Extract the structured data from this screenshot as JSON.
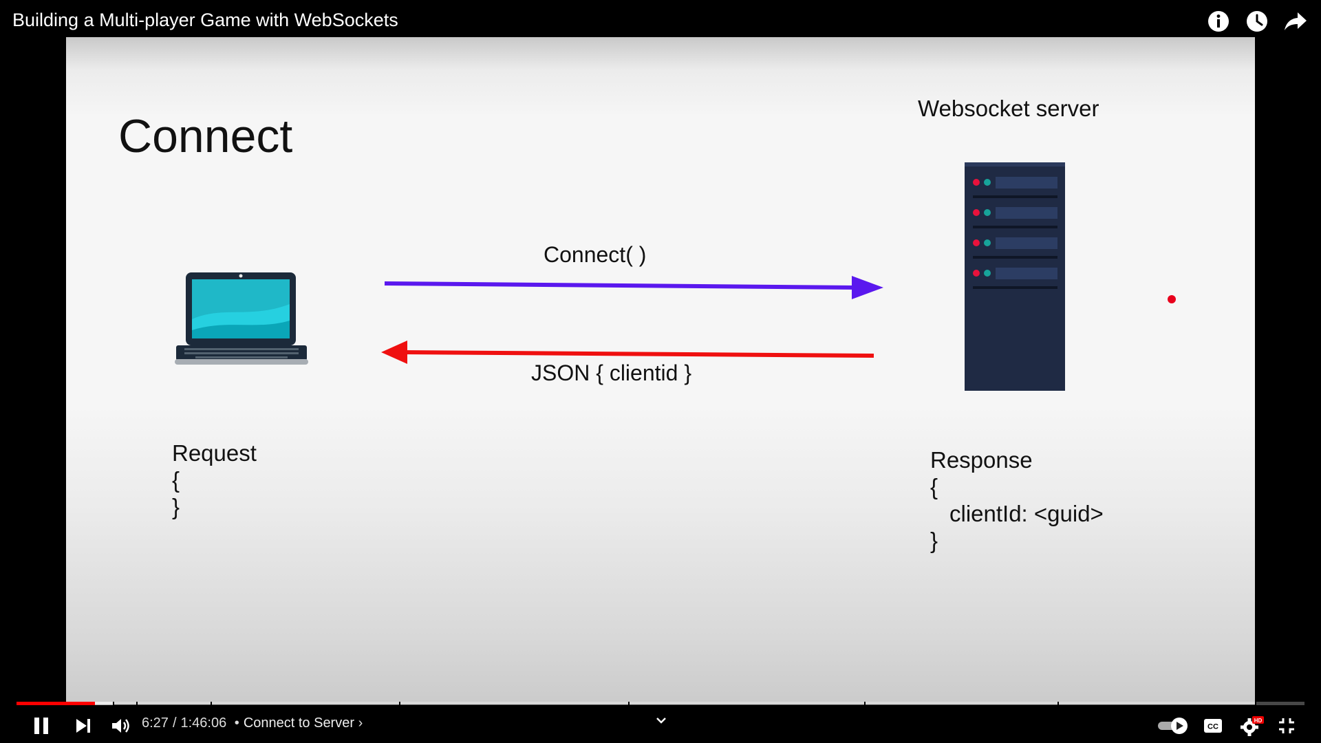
{
  "video": {
    "title": "Building a Multi-player Game with WebSockets",
    "current_time": "6:27",
    "duration": "1:46:06",
    "time_separator": "/",
    "chapter_bullet": "•",
    "chapter_title": "Connect to Server",
    "chapter_chevron": "›",
    "progress_played": 0.061,
    "progress_buffered": 0.076
  },
  "slide": {
    "heading": "Connect",
    "server_label": "Websocket server",
    "arrow_request_label": "Connect( )",
    "arrow_response_label": "JSON { clientid }",
    "request_block": {
      "title": "Request",
      "open_brace": "{",
      "close_brace": "}"
    },
    "response_block": {
      "title": "Response",
      "open_brace": "{",
      "field_line": "clientId: <guid>",
      "close_brace": "}"
    }
  },
  "colors": {
    "request_arrow": "#5a18ee",
    "response_arrow": "#ef1010",
    "progress_played": "#ff0000",
    "laser_pointer": "#e8001c",
    "server_body": "#1f2a44",
    "laptop_screen": "#1fb8c8"
  },
  "icons": {
    "top": [
      "info-icon",
      "watch-later-icon",
      "share-icon"
    ],
    "controls": [
      "pause-icon",
      "next-icon",
      "volume-icon",
      "chevron-down-icon",
      "autoplay-toggle-icon",
      "captions-icon",
      "settings-hd-icon",
      "exit-fullscreen-icon"
    ]
  },
  "badges": {
    "hd": "HD",
    "cc": "CC"
  }
}
